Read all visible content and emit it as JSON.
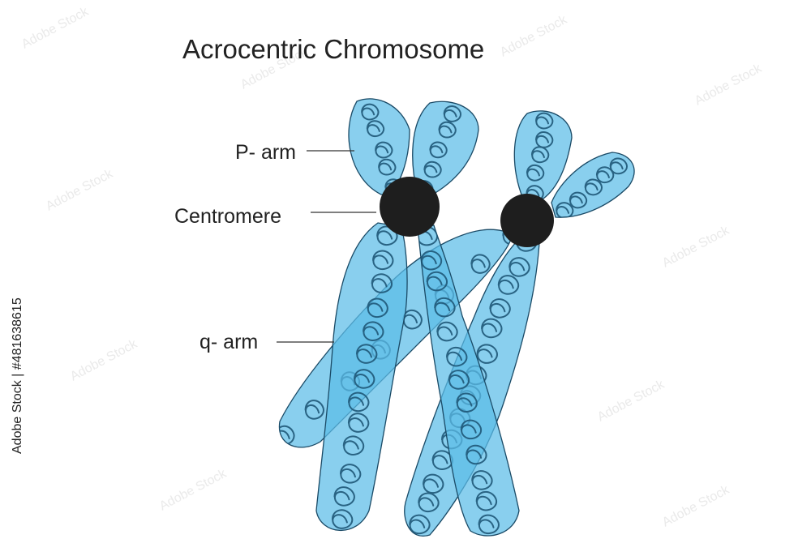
{
  "title": "Acrocentric Chromosome",
  "labels": {
    "p_arm": "P- arm",
    "centromere": "Centromere",
    "q_arm": "q- arm"
  },
  "watermark": {
    "id_text": "Adobe Stock | #481638615"
  },
  "colors": {
    "chromatid_fill": "#5bbce8",
    "chromatid_stroke": "#1a4a66",
    "chromatin_thread": "#1f5878",
    "centromere": "#1e1e1e",
    "text": "#222222",
    "leader_line": "#333333"
  }
}
